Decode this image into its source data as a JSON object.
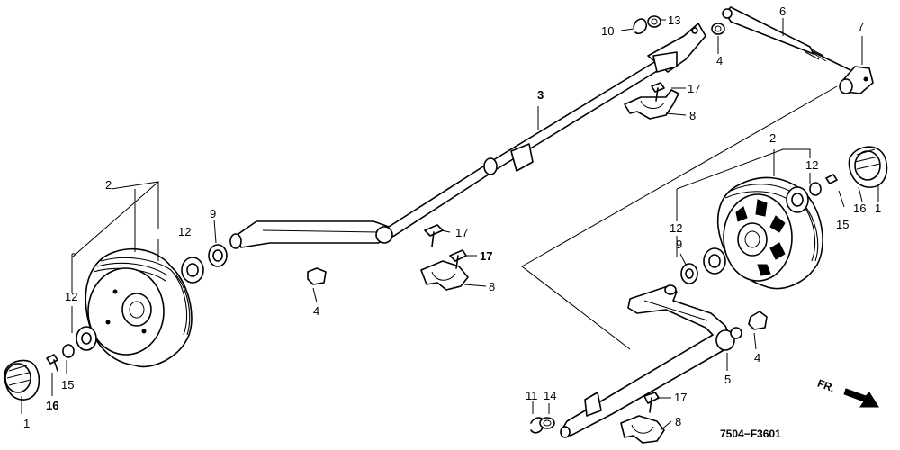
{
  "diagram_code": "7504−F3601",
  "front_indicator": "FR.",
  "callouts": {
    "c1_left": "1",
    "c1_right": "1",
    "c2_left": "2",
    "c2_right": "2",
    "c3": "3",
    "c4_top": "4",
    "c4_mid": "4",
    "c4_right": "4",
    "c5": "5",
    "c6": "6",
    "c7": "7",
    "c8_top": "8",
    "c8_mid": "8",
    "c8_bottom": "8",
    "c9_left": "9",
    "c9_right": "9",
    "c10": "10",
    "c11": "11",
    "c12_left_a": "12",
    "c12_left_b": "12",
    "c12_right_a": "12",
    "c12_right_b": "12",
    "c13": "13",
    "c14": "14",
    "c15_left": "15",
    "c15_right": "15",
    "c16_left": "16",
    "c16_right": "16",
    "c17_top": "17",
    "c17_mid_a": "17",
    "c17_mid_b": "17",
    "c17_bottom": "17"
  }
}
